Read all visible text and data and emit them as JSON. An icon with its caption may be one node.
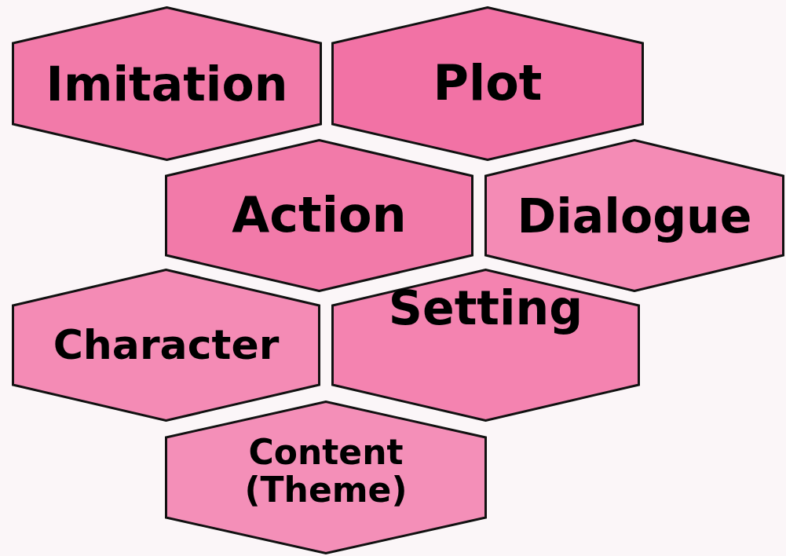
{
  "diagram": {
    "nodes": [
      {
        "text": [
          "Imitation"
        ]
      },
      {
        "text": [
          "Plot"
        ]
      },
      {
        "text": [
          "Action"
        ]
      },
      {
        "text": [
          "Dialogue"
        ]
      },
      {
        "text": [
          "Character"
        ]
      },
      {
        "text": [
          "Setting"
        ]
      },
      {
        "text": [
          "Content (Theme)"
        ]
      }
    ]
  }
}
